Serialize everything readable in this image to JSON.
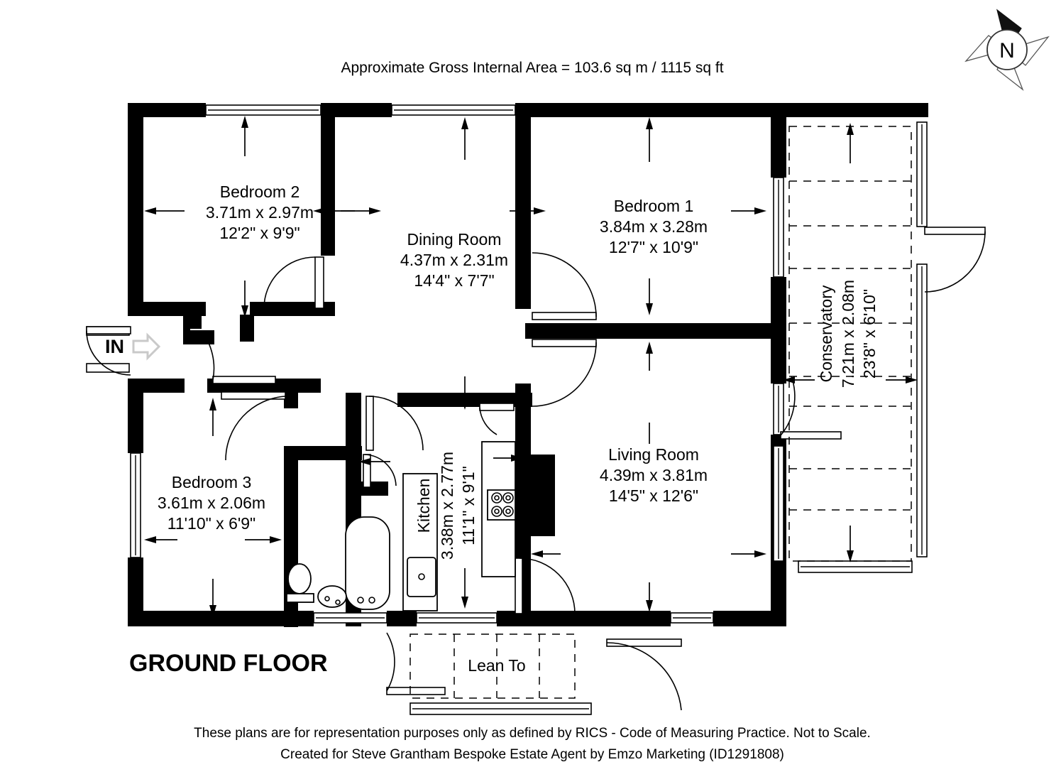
{
  "header": {
    "area_note": "Approximate Gross Internal Area = 103.6 sq m / 1115 sq ft"
  },
  "compass": {
    "label": "N",
    "icon": "compass-north-icon"
  },
  "entrance": {
    "label": "IN",
    "arrow_icon": "arrow-right-icon"
  },
  "floor_label": "GROUND FLOOR",
  "rooms": [
    {
      "id": "bedroom-2",
      "name": "Bedroom 2",
      "metric": "3.71m x 2.97m",
      "imperial": "12'2\" x 9'9\"",
      "orientation": "horizontal"
    },
    {
      "id": "dining-room",
      "name": "Dining Room",
      "metric": "4.37m x 2.31m",
      "imperial": "14'4\" x 7'7\"",
      "orientation": "horizontal"
    },
    {
      "id": "bedroom-1",
      "name": "Bedroom 1",
      "metric": "3.84m x 3.28m",
      "imperial": "12'7\" x 10'9\"",
      "orientation": "horizontal"
    },
    {
      "id": "bedroom-3",
      "name": "Bedroom 3",
      "metric": "3.61m x 2.06m",
      "imperial": "11'10\" x 6'9\"",
      "orientation": "horizontal"
    },
    {
      "id": "living-room",
      "name": "Living Room",
      "metric": "4.39m x 3.81m",
      "imperial": "14'5\" x 12'6\"",
      "orientation": "horizontal"
    },
    {
      "id": "kitchen",
      "name": "Kitchen",
      "metric": "3.38m x 2.77m",
      "imperial": "11'1\" x 9'1\"",
      "orientation": "vertical"
    },
    {
      "id": "conservatory",
      "name": "Conservatory",
      "metric": "7.21m x 2.08m",
      "imperial": "23'8\" x 6'10\"",
      "orientation": "vertical"
    },
    {
      "id": "lean-to",
      "name": "Lean To",
      "metric": "",
      "imperial": "",
      "orientation": "horizontal"
    }
  ],
  "footer": {
    "line1": "These plans are for representation purposes only as defined by RICS - Code of Measuring Practice. Not to Scale.",
    "line2": "Created for Steve Grantham Bespoke Estate Agent by Emzo Marketing (ID1291808)"
  },
  "colors": {
    "wall": "#000000",
    "background": "#ffffff",
    "dashed": "#000000",
    "in_arrow": "#c9c9c9"
  }
}
